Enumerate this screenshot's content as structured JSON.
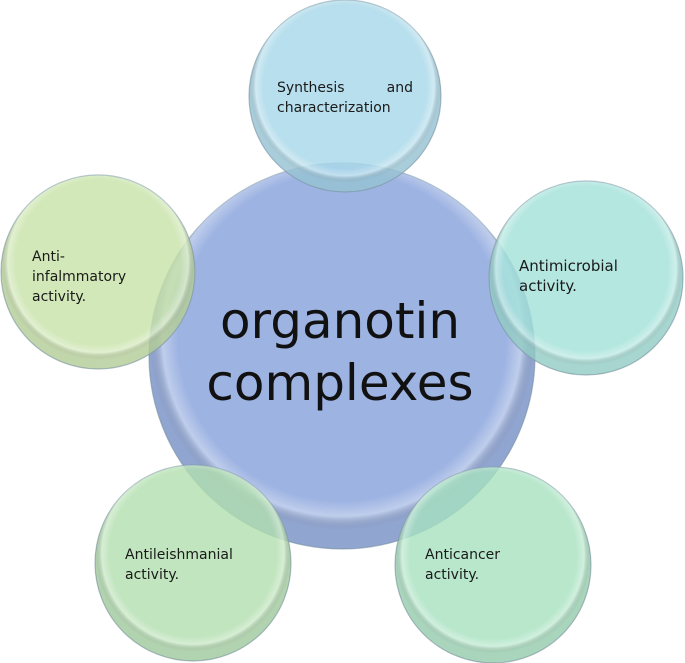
{
  "center": {
    "line1": "organotin",
    "line2": "complexes",
    "color": "#9db3e2"
  },
  "nodes": [
    {
      "line1": "Synthesis and",
      "line2": "characterization",
      "color": "#a6d7e9"
    },
    {
      "line1": "Antimicrobial",
      "line2": "activity.",
      "color": "#a3e1da"
    },
    {
      "line1": "Anticancer",
      "line2": "activity.",
      "color": "#a6e1bf"
    },
    {
      "line1": "Antileishmanial",
      "line2": "activity.",
      "color": "#b1dfae"
    },
    {
      "line1": "Anti-",
      "line2": "infalmmatory",
      "line3": "activity.",
      "color": "#c7e2a8"
    }
  ]
}
